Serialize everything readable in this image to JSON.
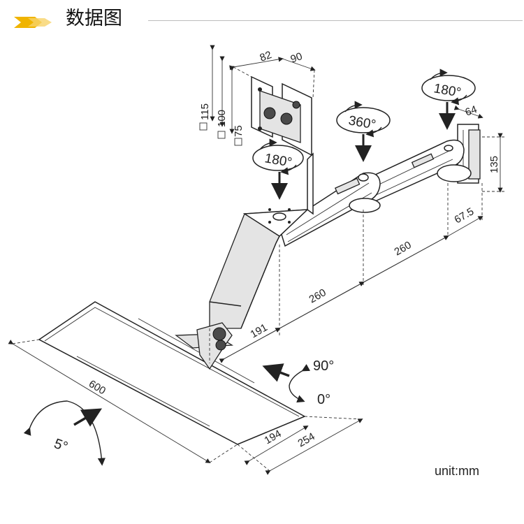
{
  "header": {
    "title": "数据图"
  },
  "dimensions": {
    "d82": "82",
    "d90": "90",
    "d115": "115",
    "d100": "100",
    "d75": "75",
    "d64": "64",
    "d135": "135",
    "d67_5": "67.5",
    "d260a": "260",
    "d260b": "260",
    "d191": "191",
    "d600": "600",
    "d194": "194",
    "d254": "254"
  },
  "rotations": {
    "head": "180°",
    "mid": "360°",
    "wall": "180°"
  },
  "angles": {
    "a90": "90°",
    "a0": "0°",
    "tilt": "5°"
  },
  "unit": "unit:mm",
  "colors": {
    "accent": "#f0b400",
    "line": "#222222",
    "fill": "#e4e4e4"
  }
}
